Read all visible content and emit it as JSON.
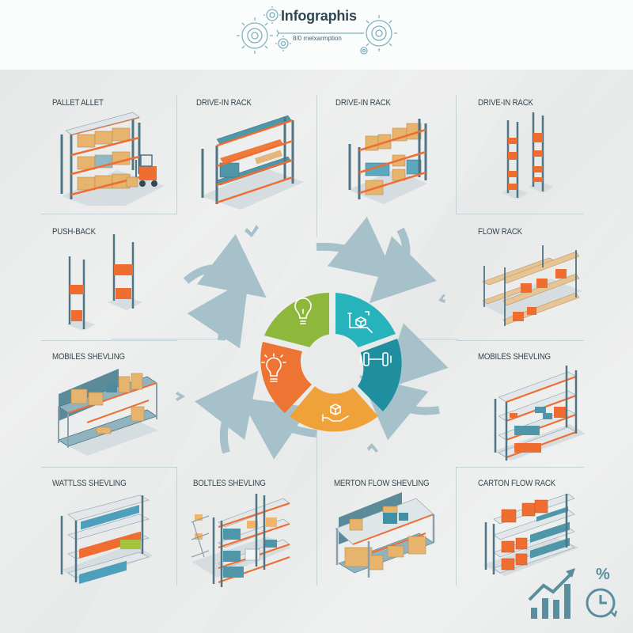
{
  "header": {
    "title": "Infographis",
    "subtitle": "8/0 rnelxarmption"
  },
  "colors": {
    "green": "#8db83c",
    "teal_light": "#27b3bb",
    "teal_dark": "#1f8f9f",
    "orange_light": "#f0a23a",
    "orange_dark": "#ee7434",
    "arrow": "#a7c1cb",
    "rack_frame": "#4f7585",
    "rack_beam": "#ef6d31",
    "box": "#e7b46e",
    "bin_blue": "#4ea3bb",
    "gear_stroke": "#7fb2bd",
    "text": "#34474f"
  },
  "panels": [
    {
      "id": "pallet",
      "label": "PALLET ALLET"
    },
    {
      "id": "drive-in-1",
      "label": "DRIVE-IN RACK"
    },
    {
      "id": "drive-in-2",
      "label": "DRIVE-IN RACK"
    },
    {
      "id": "drive-in-3",
      "label": "DRIVE-IN RACK"
    },
    {
      "id": "push-back",
      "label": "PUSH-BACK"
    },
    {
      "id": "flow-rack",
      "label": "FLOW RACK"
    },
    {
      "id": "mobile-left",
      "label": "MOBILES SHEVLING"
    },
    {
      "id": "mobile-right",
      "label": "MOBILES SHEVLING"
    },
    {
      "id": "wattlss",
      "label": "WATTLSS SHEVLING"
    },
    {
      "id": "boltles",
      "label": "BOLTLES SHEVLING"
    },
    {
      "id": "merton",
      "label": "MERTON FLOW SHEVLING"
    },
    {
      "id": "carton",
      "label": "CARTON FLOW RACK"
    }
  ],
  "cycle": {
    "segments": [
      {
        "name": "green",
        "icon": "lightbulb-icon"
      },
      {
        "name": "teal-light",
        "icon": "box-scanner-icon"
      },
      {
        "name": "teal-dark",
        "icon": "dumbbell-icon"
      },
      {
        "name": "orange-light",
        "icon": "hand-box-icon"
      },
      {
        "name": "orange-dark",
        "icon": "idea-lightbulb-icon"
      }
    ]
  },
  "corner": {
    "percent_symbol": "%",
    "icons": [
      "growth-chart-icon",
      "clock-icon"
    ]
  }
}
